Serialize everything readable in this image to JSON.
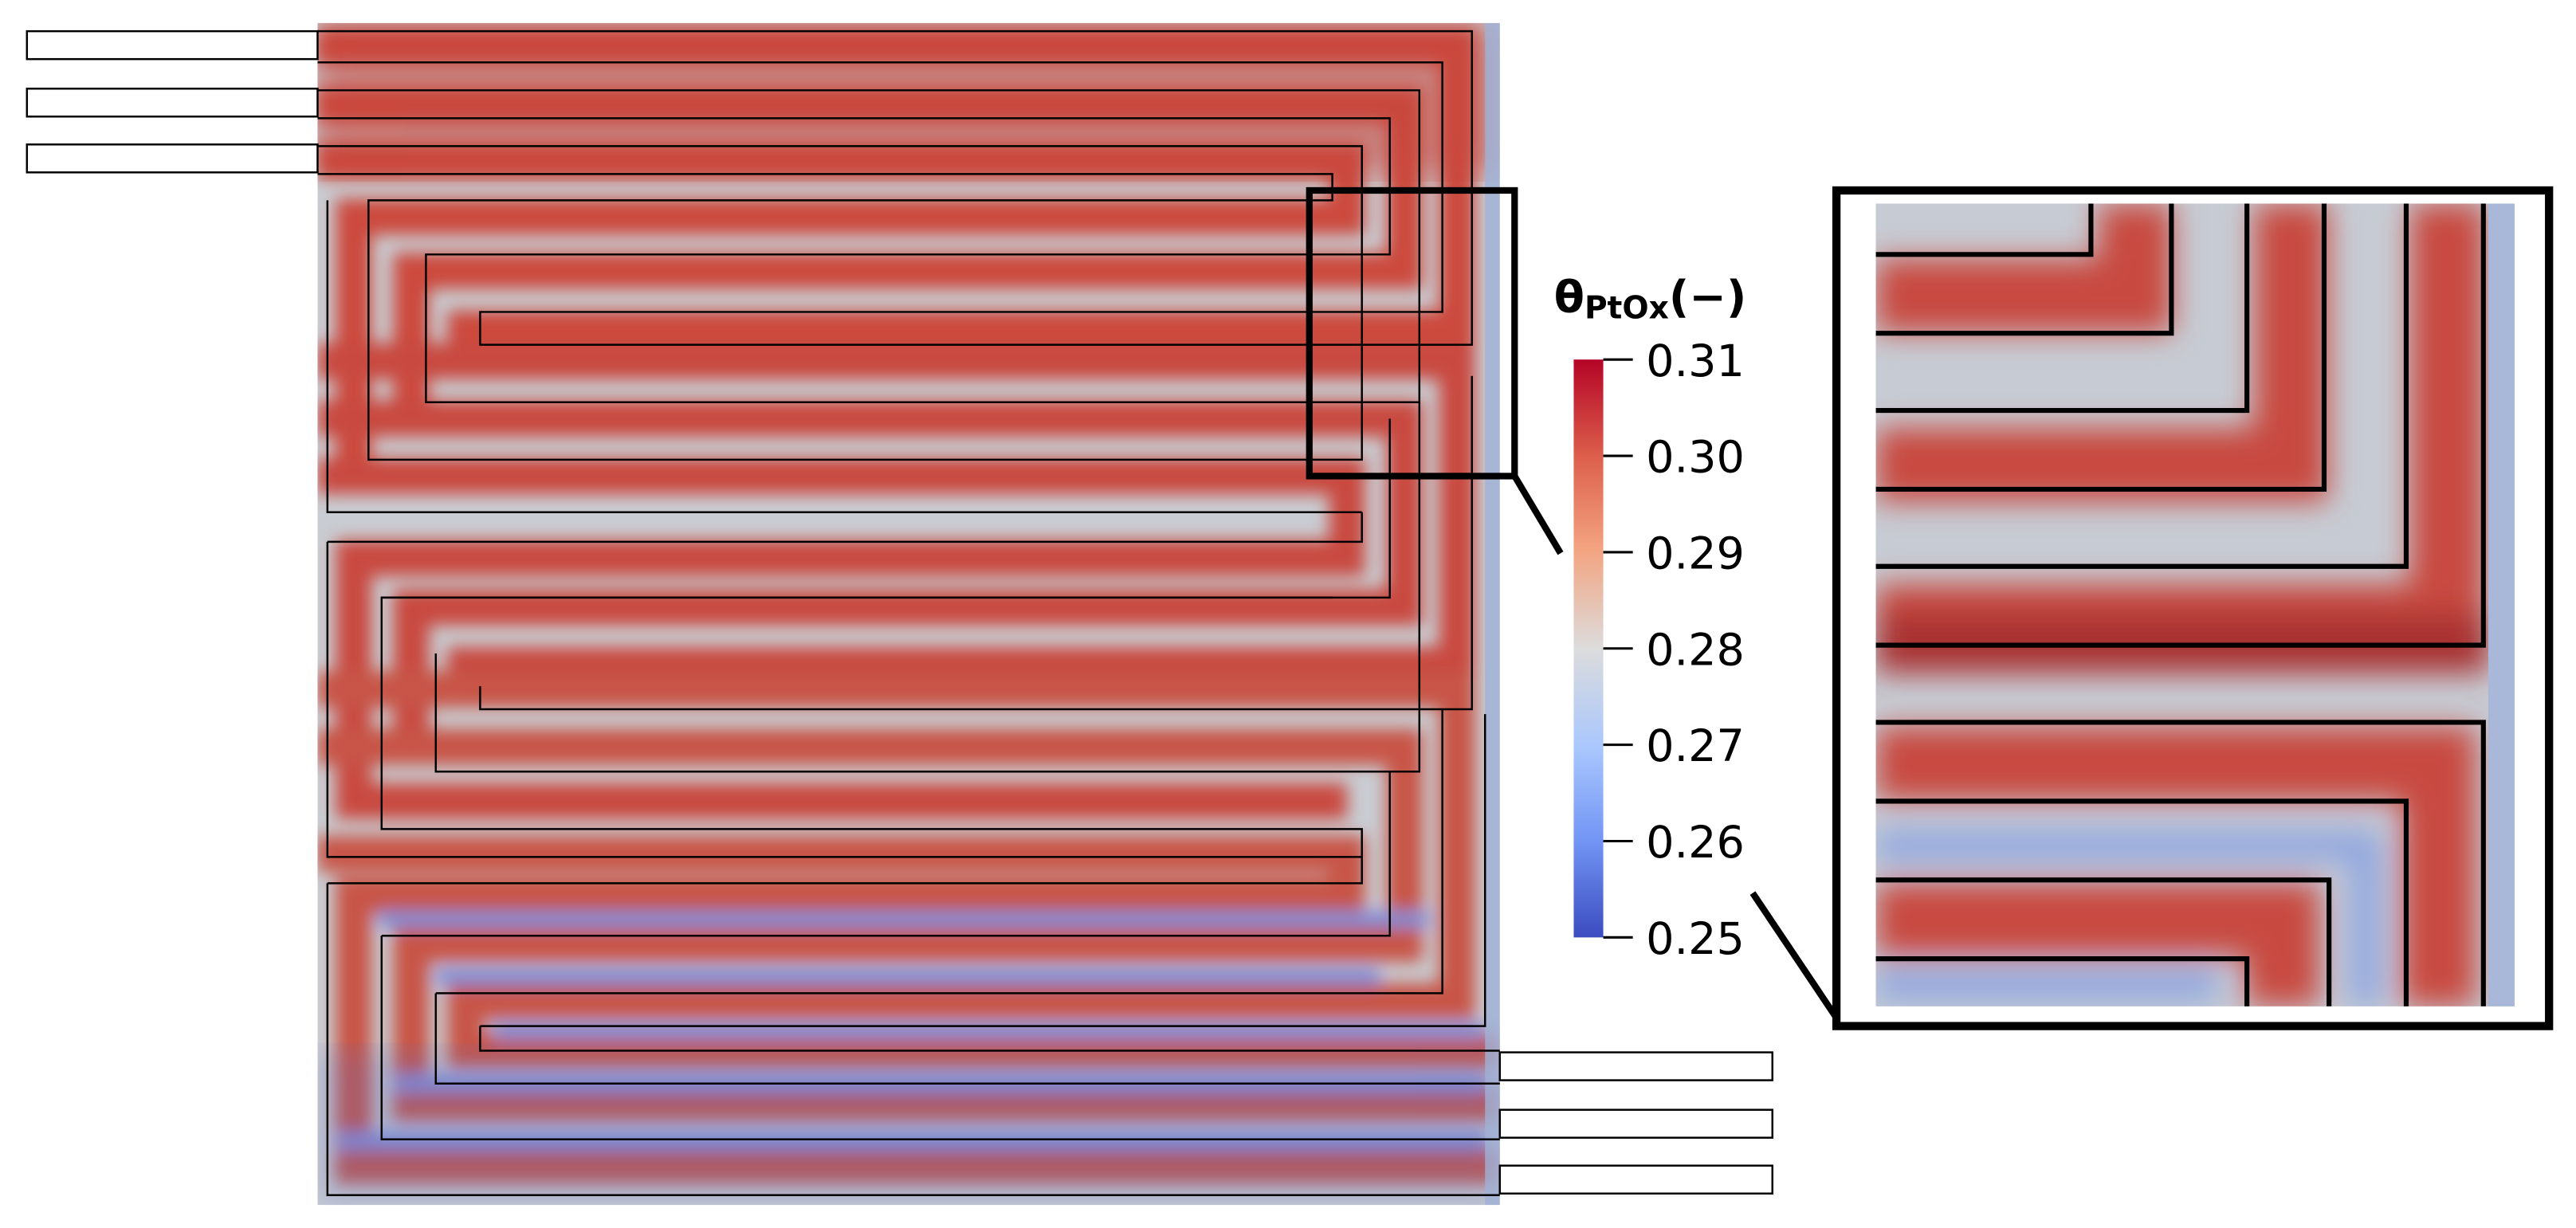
{
  "colorbar": {
    "symbol": "θ",
    "subscript": "PtOx",
    "unit": "(−)",
    "ticks": [
      "0.31",
      "0.30",
      "0.29",
      "0.28",
      "0.27",
      "0.26",
      "0.25"
    ],
    "min": 0.25,
    "max": 0.31,
    "colormap": "Cool to Warm",
    "colors": {
      "low": "#3b4cc0",
      "mid": "#dcdcdc",
      "high": "#b40426"
    }
  }
}
